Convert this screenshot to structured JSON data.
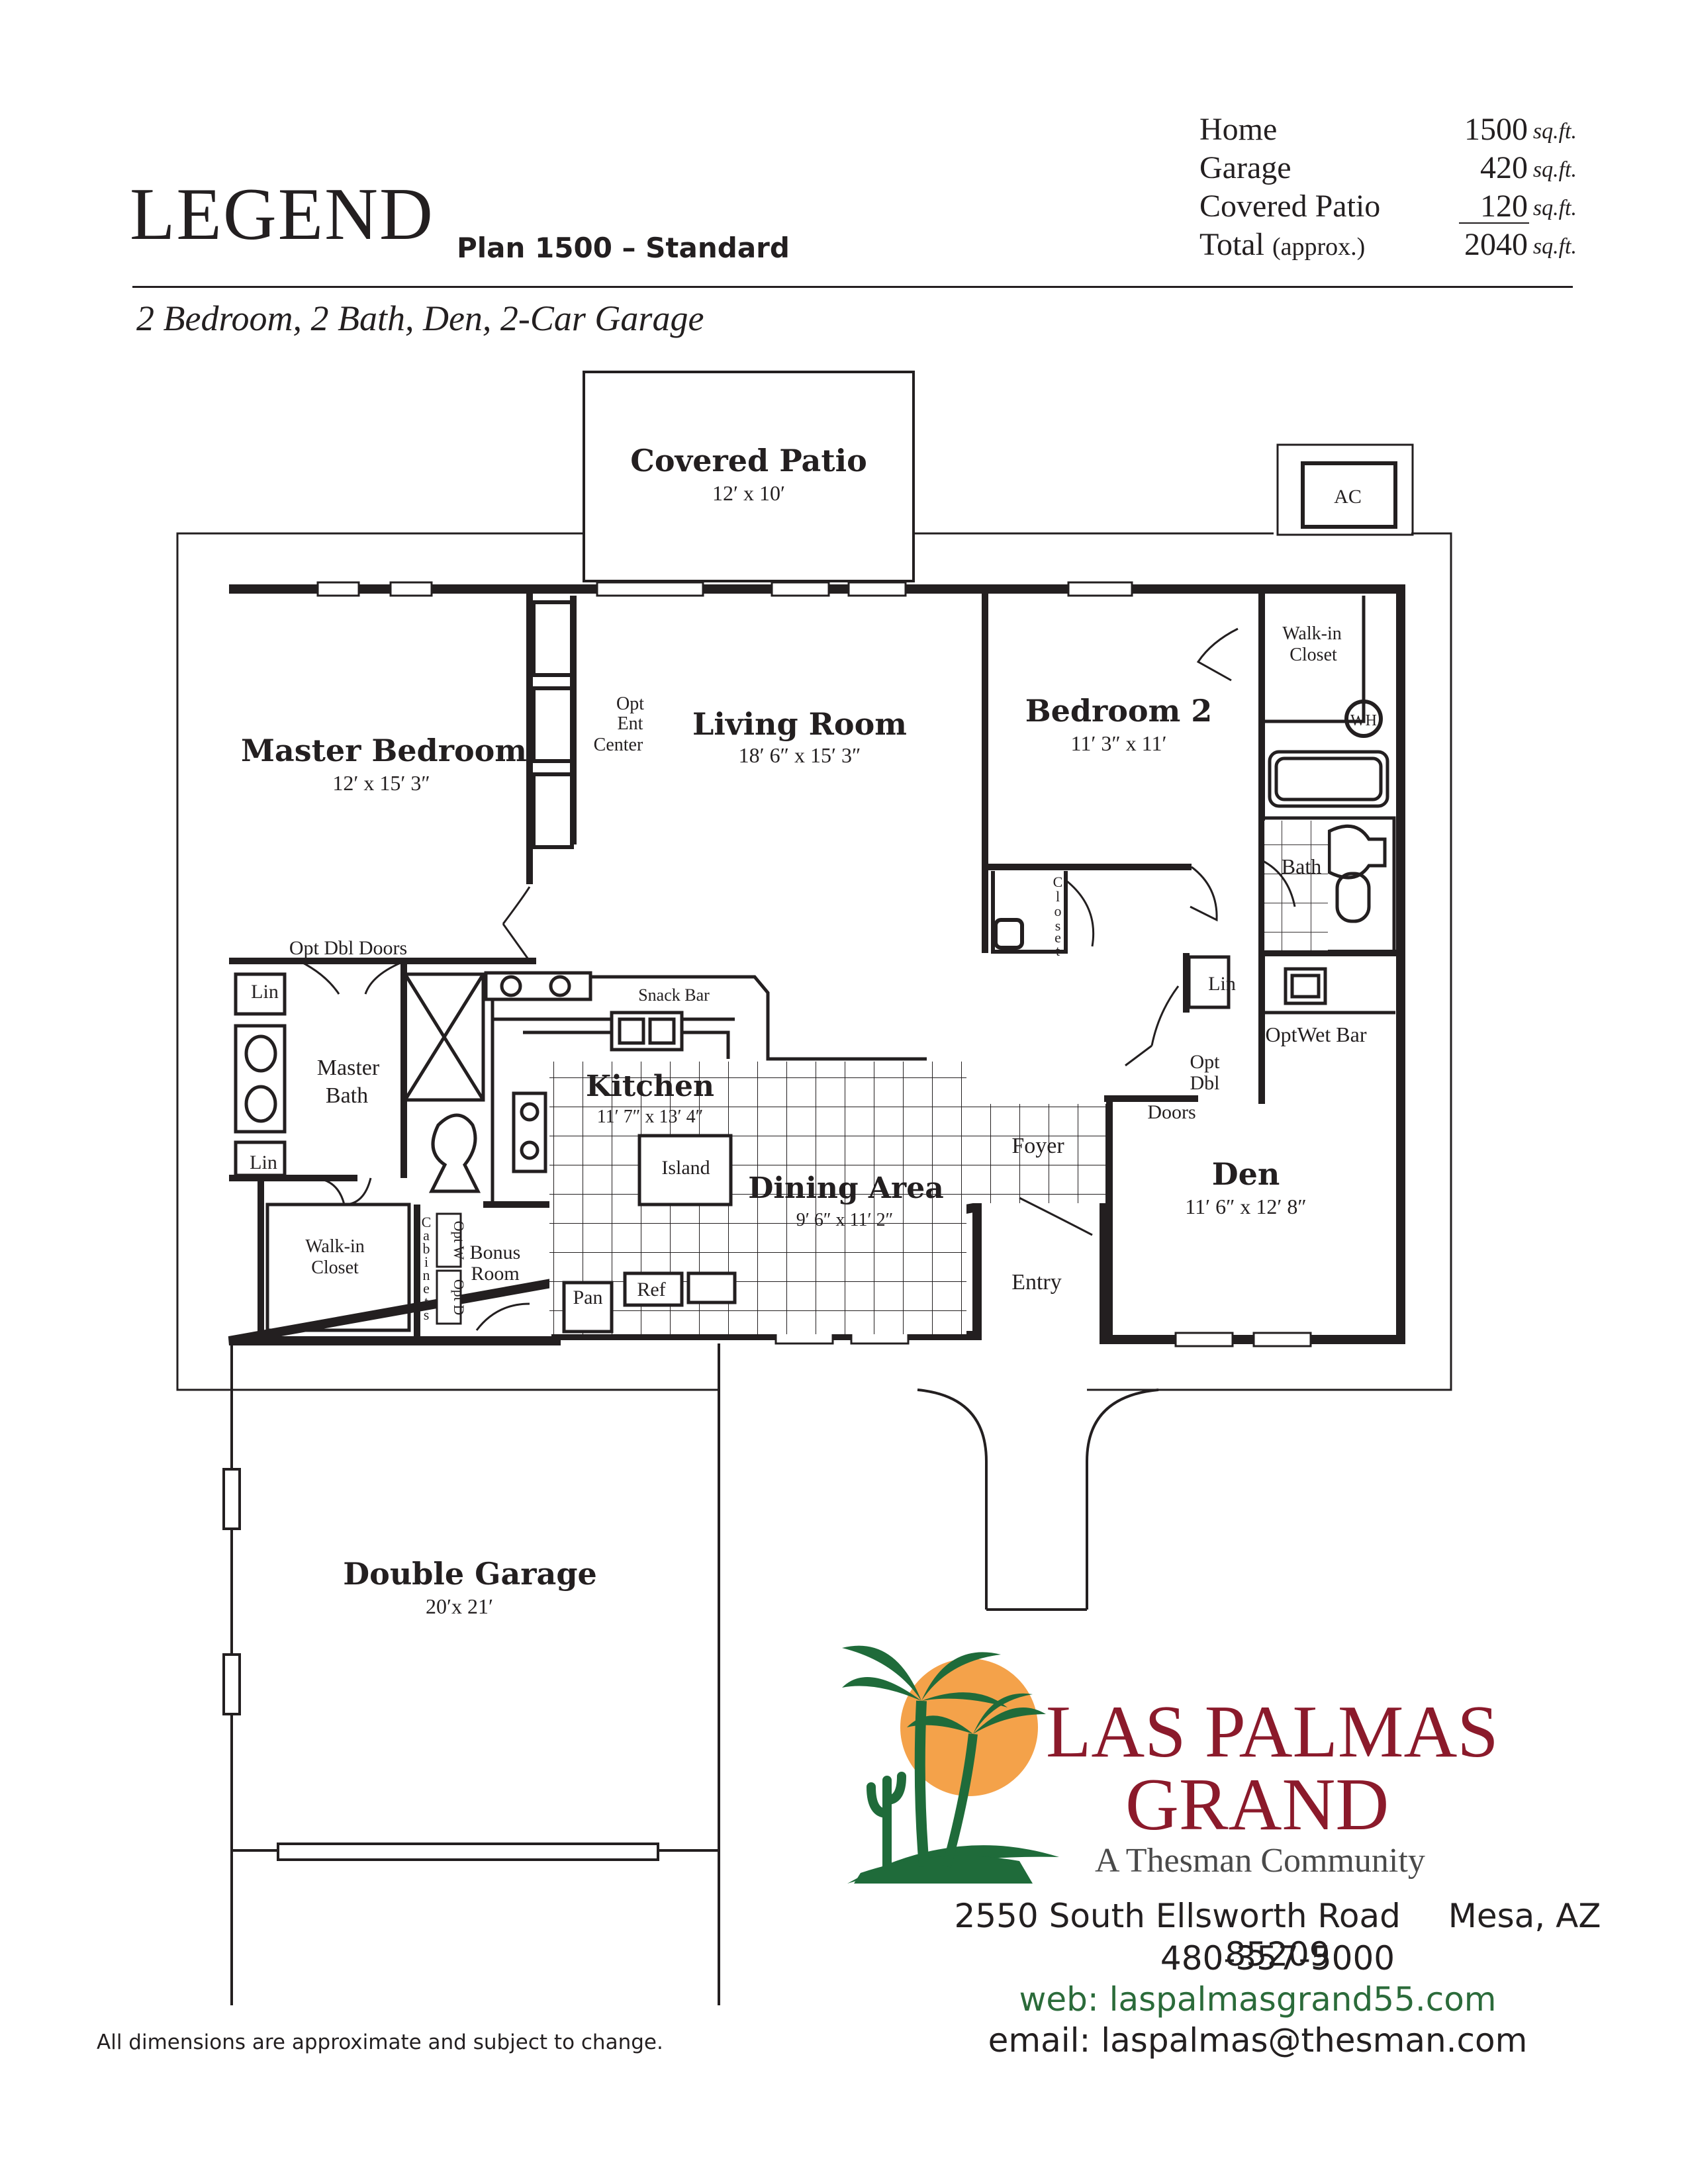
{
  "header": {
    "legend_title": "LEGEND",
    "plan_name": "Plan 1500 – Standard",
    "subtitle": "2 Bedroom, 2 Bath, Den, 2-Car Garage"
  },
  "areas": {
    "home": {
      "label": "Home",
      "value": "1500",
      "unit": "sq.ft."
    },
    "garage": {
      "label": "Garage",
      "value": "420",
      "unit": "sq.ft."
    },
    "patio": {
      "label": "Covered Patio",
      "value": "120",
      "unit": "sq.ft."
    },
    "total": {
      "label": "Total",
      "note": "(approx.)",
      "value": "2040",
      "unit": "sq.ft."
    }
  },
  "rooms": {
    "covered_patio": {
      "name": "Covered Patio",
      "dim": "12′ x 10′"
    },
    "ac": "AC",
    "living_room": {
      "name": "Living Room",
      "dim": "18′ 6″ x 15′ 3″"
    },
    "opt_ent_center": [
      "Opt",
      "Ent",
      "Center"
    ],
    "master_bedroom": {
      "name": "Master Bedroom",
      "dim": "12′ x 15′ 3″"
    },
    "bedroom2": {
      "name": "Bedroom 2",
      "dim": "11′ 3″ x 11′"
    },
    "walk_in_closet_bed2": [
      "Walk-in",
      "Closet"
    ],
    "wh": "WH",
    "bath": "Bath",
    "closet_vertical": [
      "C",
      "l",
      "o",
      "s",
      "e",
      "t"
    ],
    "opt_dbl_doors_master": "Opt Dbl Doors",
    "lin_a": "Lin",
    "lin_b": "Lin",
    "lin_c": "Lin",
    "master_bath": [
      "Master",
      "Bath"
    ],
    "walk_in_closet_master": [
      "Walk-in",
      "Closet"
    ],
    "snack_bar": "Snack Bar",
    "kitchen": {
      "name": "Kitchen",
      "dim": "11′ 7″ x 13′ 4″"
    },
    "island": "Island",
    "dining_area": {
      "name": "Dining Area",
      "dim": "9′ 6″ x 11′ 2″"
    },
    "foyer": "Foyer",
    "opt_wet_bar": "OptWet Bar",
    "opt_dbl_doors_den": [
      "Opt",
      "Dbl",
      "Doors"
    ],
    "den": {
      "name": "Den",
      "dim": "11′ 6″ x 12′ 8″"
    },
    "cabinets_vertical": [
      "C",
      "a",
      "b",
      "i",
      "n",
      "e",
      "t",
      "s"
    ],
    "opt_w": "Opt W",
    "opt_d": "Opt D",
    "bonus_room": [
      "Bonus",
      "Room"
    ],
    "pan": "Pan",
    "ref": "Ref",
    "entry": "Entry",
    "double_garage": {
      "name": "Double Garage",
      "dim": "20′x 21′"
    }
  },
  "logo": {
    "line1": "LAS PALMAS",
    "line2": "GRAND",
    "tagline": "A Thesman Community",
    "colors": {
      "brand": "#8b1a2b",
      "sun": "#f4a24a",
      "palm": "#1f6b3a"
    }
  },
  "contact": {
    "address": "2550 South Ellsworth Road",
    "city": "Mesa, AZ 85209",
    "phone": "480-357-5000",
    "web": "web: laspalmasgrand55.com",
    "email": "email: laspalmas@thesman.com"
  },
  "footer": {
    "disclaimer": "All dimensions are approximate and subject to change."
  }
}
